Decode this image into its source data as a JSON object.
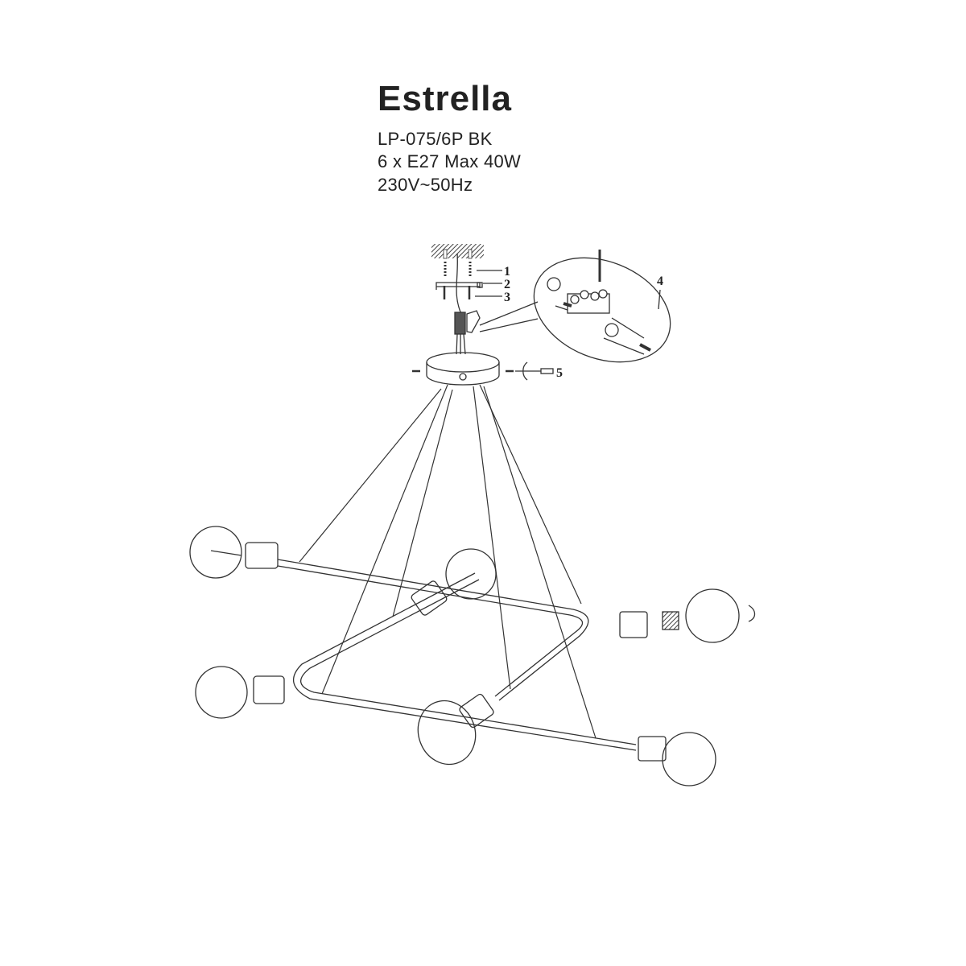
{
  "header": {
    "title": "Estrella",
    "model": "LP-075/6P BK",
    "bulbs": "6 x E27 Max 40W",
    "power": "230V~50Hz"
  },
  "diagram": {
    "callouts": [
      {
        "number": "1",
        "part": "wall-plug"
      },
      {
        "number": "2",
        "part": "mounting-bracket"
      },
      {
        "number": "3",
        "part": "screw"
      },
      {
        "number": "4",
        "part": "terminal-block-detail"
      },
      {
        "number": "5",
        "part": "canopy-screw"
      }
    ],
    "lamp_count": 6
  }
}
